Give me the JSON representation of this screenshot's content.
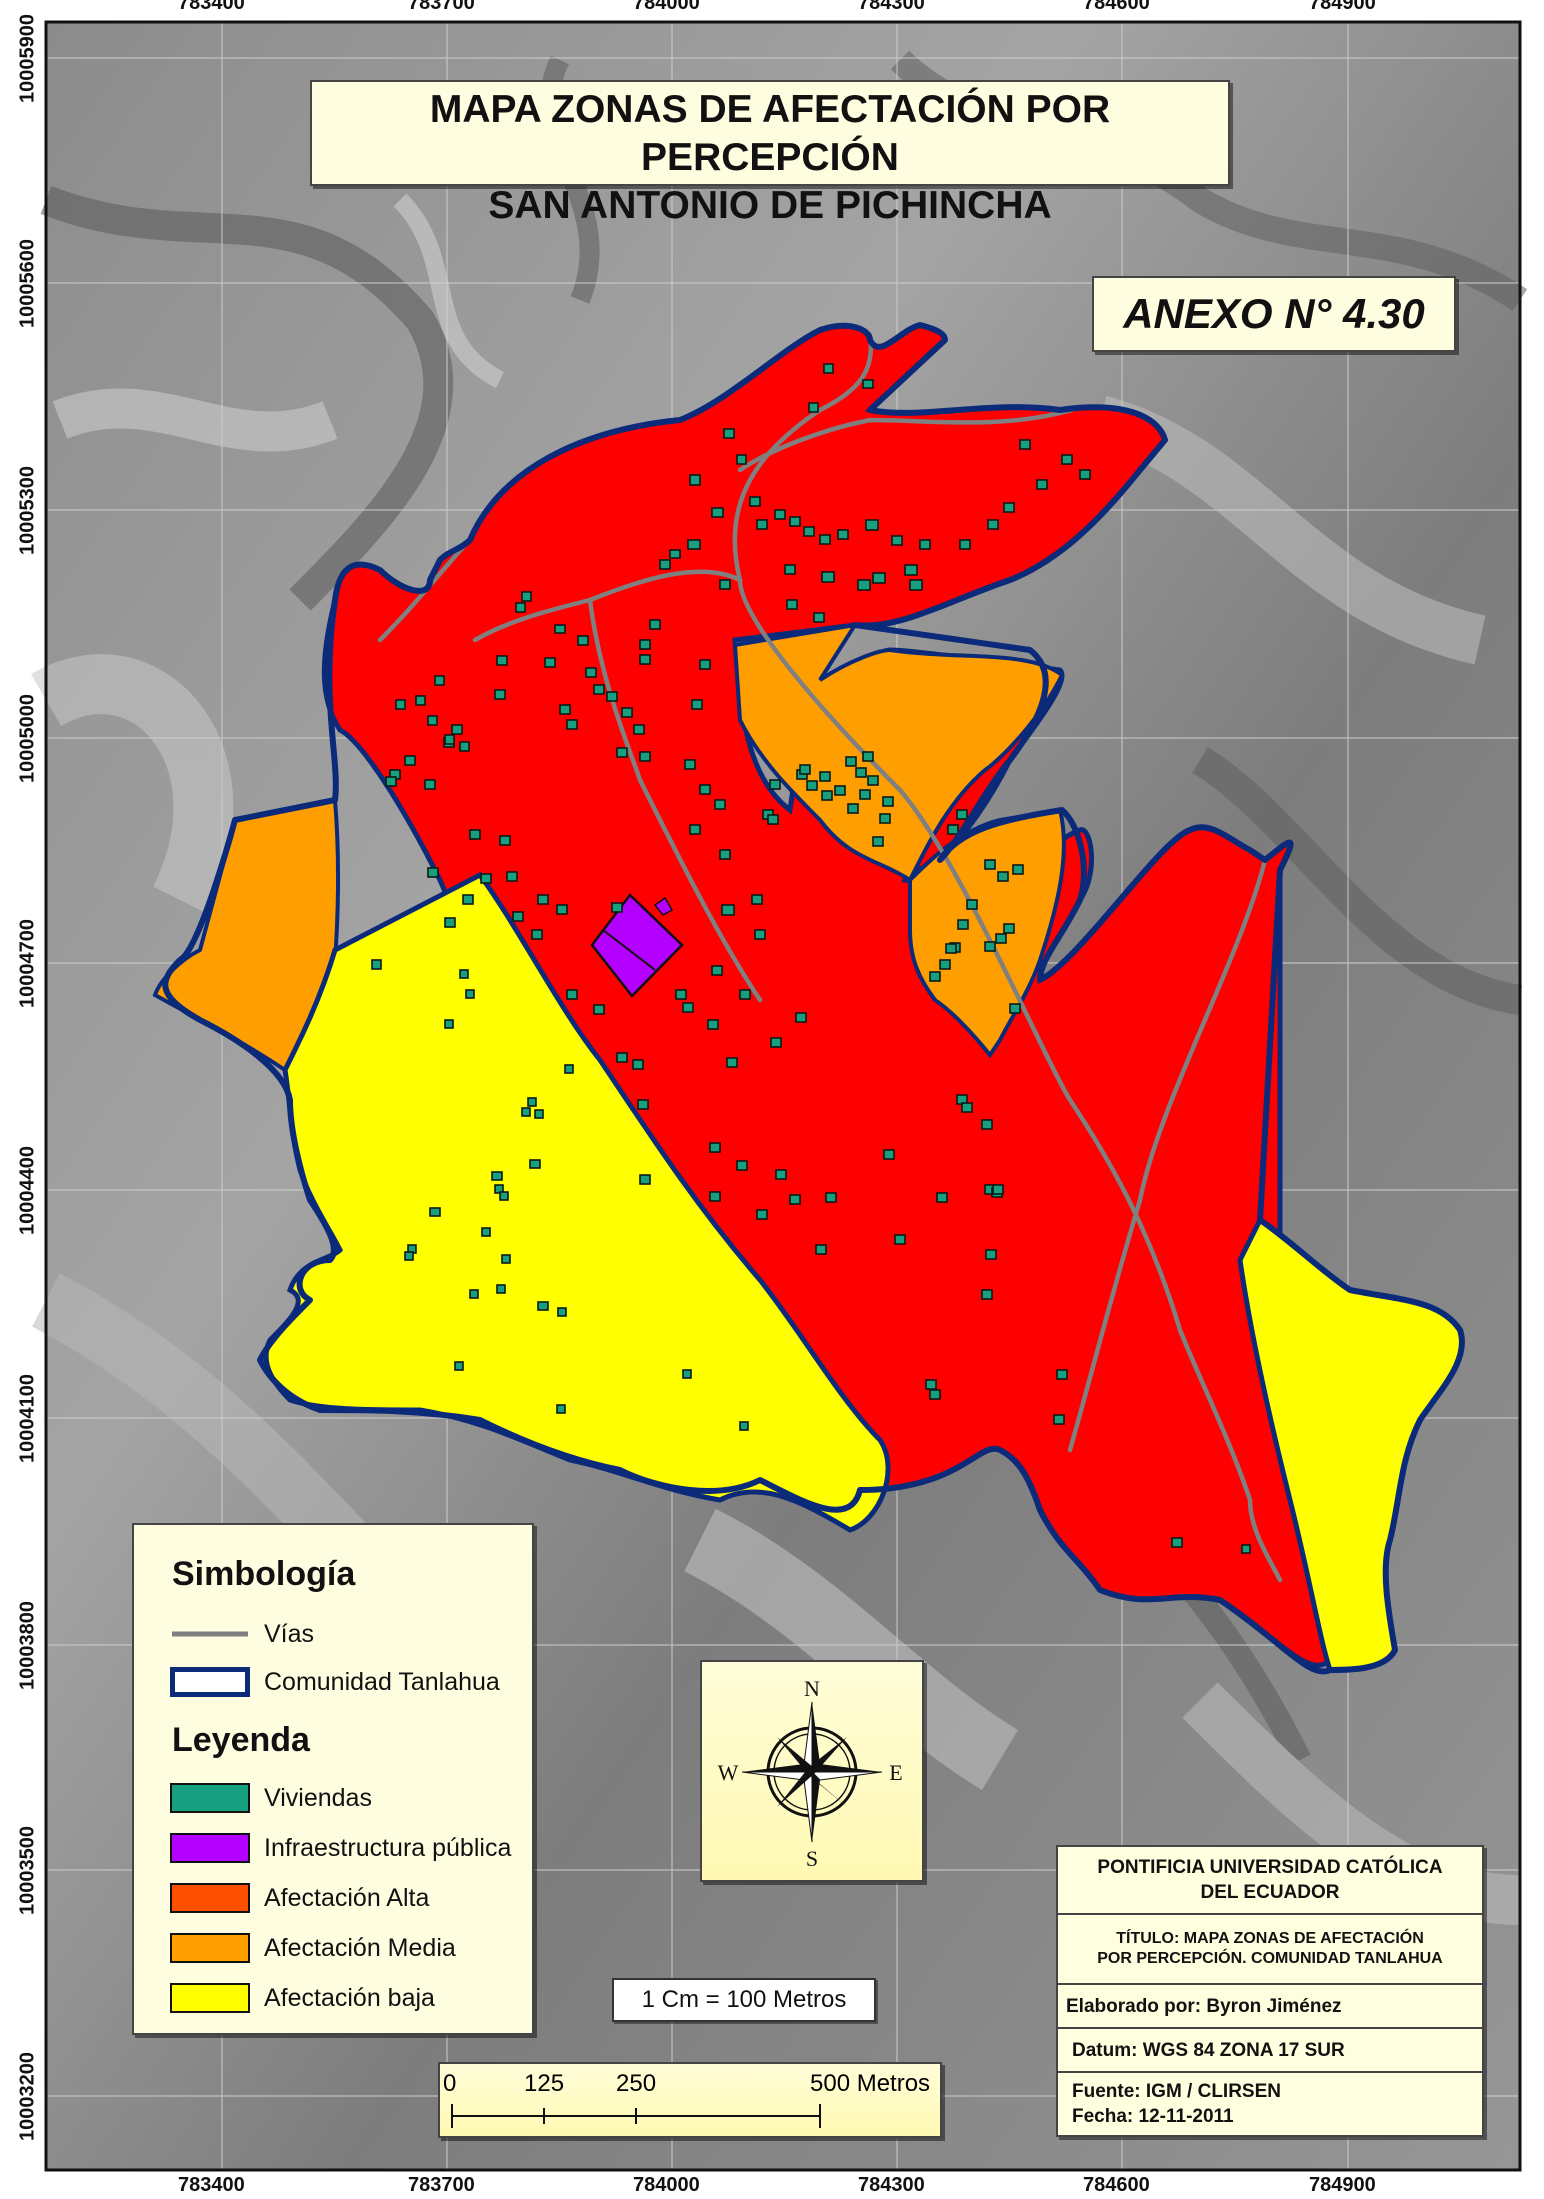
{
  "map": {
    "title_line1": "MAPA ZONAS DE AFECTACIÓN POR PERCEPCIÓN",
    "title_line2": "SAN ANTONIO DE PICHINCHA",
    "annex": "ANEXO N° 4.30",
    "x_ticks": [
      "783400",
      "783700",
      "784000",
      "784300",
      "784600",
      "784900"
    ],
    "y_ticks": [
      "10005900",
      "10005600",
      "10005300",
      "10005000",
      "10004700",
      "10004400",
      "10004100",
      "10003800",
      "10003500",
      "10003200"
    ]
  },
  "legend": {
    "symbology_title": "Simbología",
    "roads_label": "Vías",
    "community_label": "Comunidad Tanlahua",
    "legend_title": "Leyenda",
    "items": [
      {
        "label": "Viviendas",
        "color": "#17a080"
      },
      {
        "label": "Infraestructura pública",
        "color": "#b400ff"
      },
      {
        "label": "Afectación Alta",
        "color": "#ff5000"
      },
      {
        "label": "Afectación Media",
        "color": "#ffa000"
      },
      {
        "label": "Afectación baja",
        "color": "#ffff00"
      }
    ]
  },
  "zone_colors": {
    "alta": "#ff0000",
    "media": "#ff9e00",
    "baja": "#ffff00",
    "boundary": "#0b2a7a",
    "road": "#808080"
  },
  "compass": {
    "n": "N",
    "s": "S",
    "e": "E",
    "w": "W"
  },
  "scale": {
    "ratio_text": "1 Cm = 100 Metros",
    "labels": [
      "0",
      "125",
      "250",
      "500 Metros"
    ]
  },
  "info": {
    "institution_line1": "PONTIFICIA UNIVERSIDAD CATÓLICA",
    "institution_line2": "DEL ECUADOR",
    "title_line1": "TÍTULO: MAPA ZONAS DE AFECTACIÓN",
    "title_line2": "POR PERCEPCIÓN. COMUNIDAD TANLAHUA",
    "author": "Elaborado por: Byron Jiménez",
    "datum": "Datum: WGS 84 ZONA 17 SUR",
    "source": "Fuente: IGM / CLIRSEN",
    "date": "Fecha: 12-11-2011"
  }
}
